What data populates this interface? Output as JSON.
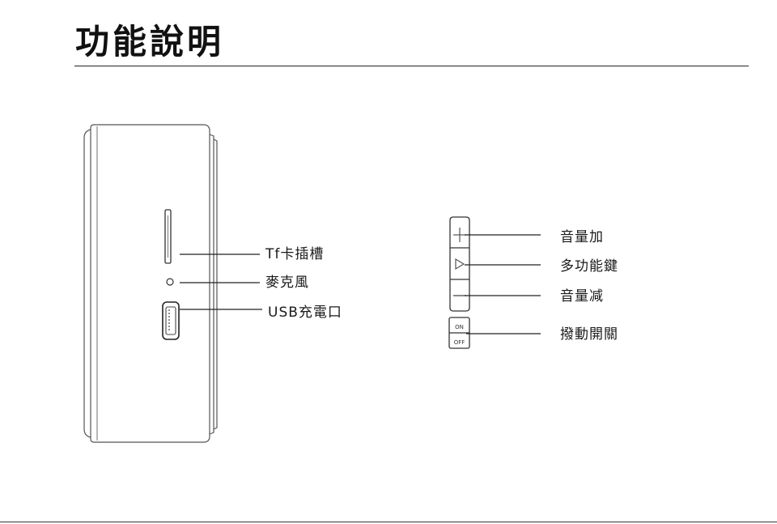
{
  "page": {
    "title": "功能說明"
  },
  "device_side": {
    "callouts": [
      {
        "id": "tf",
        "label": "Tf卡插槽"
      },
      {
        "id": "mic",
        "label": "麥克風"
      },
      {
        "id": "usb",
        "label": "USB充電口"
      }
    ]
  },
  "button_panel": {
    "callouts": [
      {
        "id": "vol_up",
        "label": "音量加"
      },
      {
        "id": "multi",
        "label": "多功能鍵"
      },
      {
        "id": "vol_down",
        "label": "音量减"
      },
      {
        "id": "switch",
        "label": "撥動開關"
      }
    ],
    "switch_on": "ON",
    "switch_off": "OFF"
  }
}
